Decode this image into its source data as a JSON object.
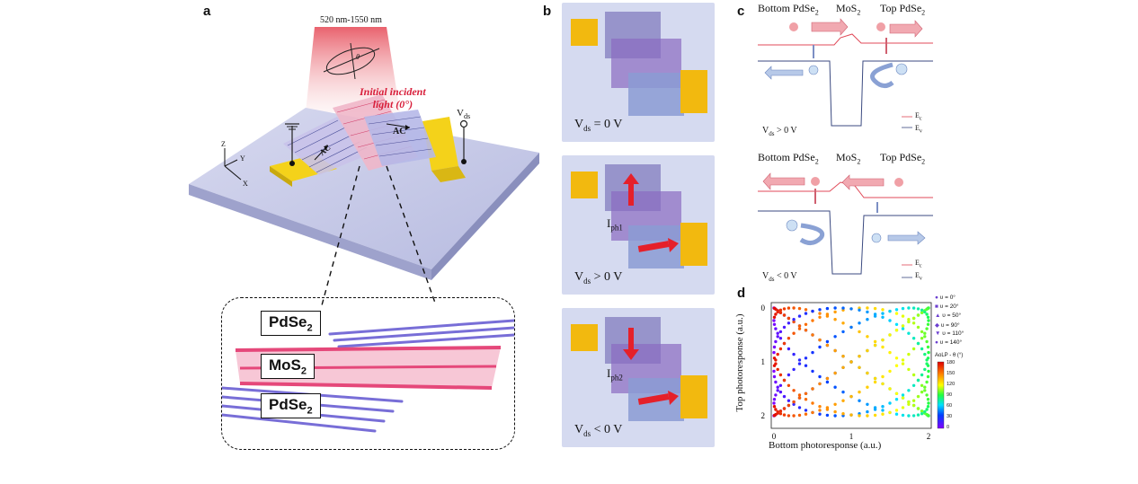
{
  "panels": {
    "a": {
      "letter": "a",
      "wavelength": "520 nm-1550 nm",
      "angle_symbol": "θ",
      "incident_label_line1": "Initial incident",
      "incident_label_line2": "light (0°)",
      "vds": "V",
      "vds_sub": "ds",
      "ac_left": "AC",
      "ac_right": "AC",
      "axis_z": "Z",
      "axis_y": "Y",
      "axis_x": "X",
      "layer_top": "PdSe",
      "layer_mid": "MoS",
      "layer_bot": "PdSe",
      "sub2": "2"
    },
    "b": {
      "letter": "b",
      "tile1_label": "V",
      "tile1_sub": "ds",
      "tile1_rest": " = 0 V",
      "tile2_label": "V",
      "tile2_sub": "ds",
      "tile2_rest": " > 0 V",
      "tile2_current": "I",
      "tile2_current_sub": "ph1",
      "tile3_label": "V",
      "tile3_sub": "ds",
      "tile3_rest": " < 0 V",
      "tile3_current": "I",
      "tile3_current_sub": "ph2"
    },
    "c": {
      "letter": "c",
      "top": {
        "left": "Bottom PdSe",
        "mid": "MoS",
        "right": "Top PdSe",
        "sub2": "2",
        "cond": "V",
        "cond_sub": "ds",
        "cond_rest": " > 0 V",
        "ec": "E",
        "ec_sub": "c",
        "ev": "E",
        "ev_sub": "v"
      },
      "bottom": {
        "left": "Bottom PdSe",
        "mid": "MoS",
        "right": "Top PdSe",
        "sub2": "2",
        "cond": "V",
        "cond_sub": "ds",
        "cond_rest": " < 0 V",
        "ec": "E",
        "ec_sub": "c",
        "ev": "E",
        "ev_sub": "v"
      }
    },
    "d": {
      "letter": "d",
      "xlabel": "Bottom photoresponse (a.u.)",
      "ylabel": "Top photoresponse (a.u.)",
      "legend": [
        "υ = 0°",
        "υ = 20°",
        "υ = 50°",
        "υ = 90°",
        "υ = 110°",
        "υ = 140°"
      ],
      "colorbar_title": "AoLP - θ (°)",
      "colorbar_ticks": [
        "180",
        "150",
        "120",
        "90",
        "60",
        "30",
        "0"
      ]
    }
  },
  "chart_data": {
    "type": "scatter",
    "xlabel": "Bottom photoresponse (a.u.)",
    "ylabel": "Top photoresponse (a.u.)",
    "xlim": [
      0,
      2
    ],
    "ylim": [
      2,
      0
    ],
    "xticks": [
      "0",
      "1",
      "2"
    ],
    "yticks": [
      "0",
      "1",
      "2"
    ],
    "series": [
      {
        "name": "υ = 0°",
        "phase_deg": 0
      },
      {
        "name": "υ = 20°",
        "phase_deg": 20
      },
      {
        "name": "υ = 50°",
        "phase_deg": 50
      },
      {
        "name": "υ = 90°",
        "phase_deg": 90
      },
      {
        "name": "υ = 110°",
        "phase_deg": 110
      },
      {
        "name": "υ = 140°",
        "phase_deg": 140
      }
    ],
    "x_function": "1 - cos(2·(AoLP-θ))",
    "y_function": "1 - cos(2·(AoLP-θ) + 2υ)",
    "color_by": "AoLP - θ (°)",
    "color_range": [
      0,
      180
    ]
  }
}
